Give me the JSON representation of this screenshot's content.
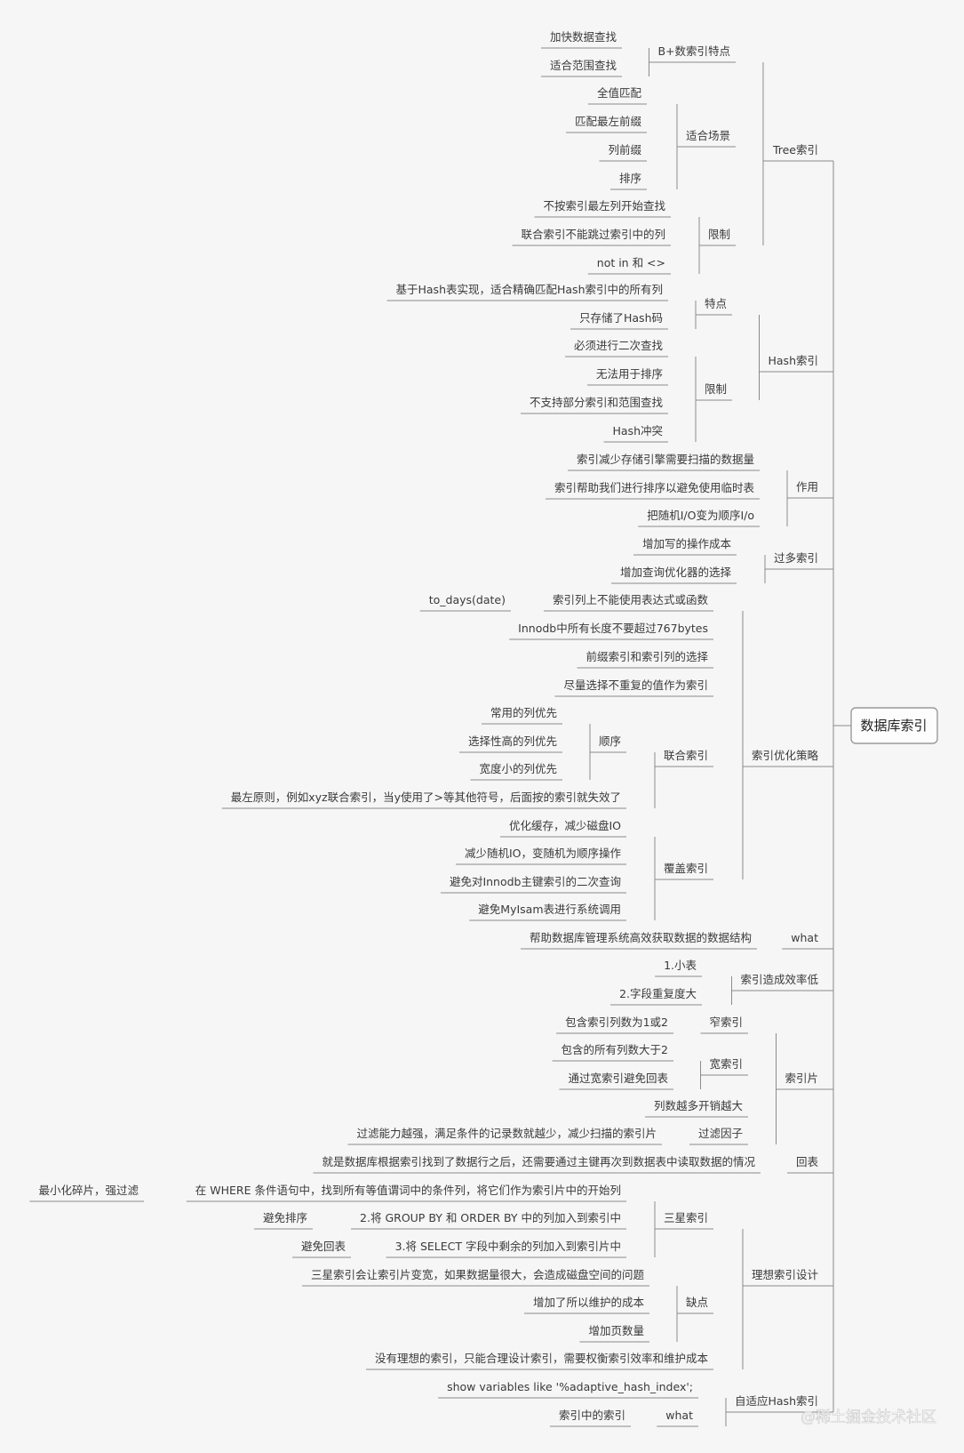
{
  "root": "数据库索引",
  "watermark": "@稀土掘金技术社区",
  "b1": {
    "label": "Tree索引",
    "bp": {
      "label": "B+数索引特点",
      "items": [
        "加快数据查找",
        "适合范围查找"
      ]
    },
    "scene": {
      "label": "适合场景",
      "items": [
        "全值匹配",
        "匹配最左前缀",
        "列前缀",
        "排序"
      ]
    },
    "limit": {
      "label": "限制",
      "items": [
        "不按索引最左列开始查找",
        "联合索引不能跳过索引中的列",
        "not in 和 <>"
      ]
    }
  },
  "b2": {
    "label": "Hash索引",
    "feat": {
      "label": "特点",
      "items": [
        "基于Hash表实现，适合精确匹配Hash索引中的所有列",
        "只存储了Hash码"
      ]
    },
    "limit": {
      "label": "限制",
      "items": [
        "必须进行二次查找",
        "无法用于排序",
        "不支持部分索引和范围查找",
        "Hash冲突"
      ]
    }
  },
  "b3": {
    "label": "作用",
    "items": [
      "索引减少存储引擎需要扫描的数据量",
      "索引帮助我们进行排序以避免使用临时表",
      "把随机I/O变为顺序I/o"
    ]
  },
  "b4": {
    "label": "过多索引",
    "items": [
      "增加写的操作成本",
      "增加查询优化器的选择"
    ]
  },
  "b5": {
    "label": "索引优化策略",
    "expr": "索引列上不能使用表达式或函数",
    "expr_child": "to_days(date)",
    "items": [
      "Innodb中所有长度不要超过767bytes",
      "前缀索引和索引列的选择",
      "尽量选择不重复的值作为索引"
    ],
    "combo": {
      "label": "联合索引",
      "order": {
        "label": "顺序",
        "items": [
          "常用的列优先",
          "选择性高的列优先",
          "宽度小的列优先"
        ]
      },
      "leftmost": "最左原则，例如xyz联合索引，当y使用了>等其他符号，后面按的索引就失效了"
    },
    "cover": {
      "label": "覆盖索引",
      "items": [
        "优化缓存，减少磁盘IO",
        "减少随机IO，变随机为顺序操作",
        "避免对Innodb主键索引的二次查询",
        "避免MyIsam表进行系统调用"
      ]
    }
  },
  "b6": {
    "label": "what",
    "child": "帮助数据库管理系统高效获取数据的数据结构"
  },
  "b7": {
    "label": "索引造成效率低",
    "items": [
      "1.小表",
      "2.字段重复度大"
    ]
  },
  "b8": {
    "label": "索引片",
    "narrow": {
      "label": "窄索引",
      "child": "包含索引列数为1或2"
    },
    "wide": {
      "label": "宽索引",
      "items": [
        "包含的所有列数大于2",
        "通过宽索引避免回表"
      ]
    },
    "cost": "列数越多开销越大",
    "filter": {
      "label": "过滤因子",
      "child": "过滤能力越强，满足条件的记录数就越少，减少扫描的索引片"
    }
  },
  "b9": {
    "label": "回表",
    "child": "就是数据库根据索引找到了数据行之后，还需要通过主键再次到数据表中读取数据的情况"
  },
  "b10": {
    "label": "理想索引设计",
    "star": {
      "label": "三星索引",
      "s1": {
        "text": "在 WHERE 条件语句中，找到所有等值谓词中的条件列，将它们作为索引片中的开始列",
        "child": "最小化碎片，强过滤"
      },
      "s2": {
        "text": "2.将 GROUP BY 和 ORDER BY 中的列加入到索引中",
        "child": "避免排序"
      },
      "s3": {
        "text": "3.将 SELECT 字段中剩余的列加入到索引片中",
        "child": "避免回表"
      }
    },
    "con": {
      "label": "缺点",
      "items": [
        "三星索引会让索引片变宽，如果数据量很大，会造成磁盘空间的问题",
        "增加了所以维护的成本",
        "增加页数量"
      ]
    },
    "final": "没有理想的索引，只能合理设计索引，需要权衡索引效率和维护成本"
  },
  "b11": {
    "label": "自适应Hash索引",
    "cmd": "show variables like '%adaptive_hash_index';",
    "what": {
      "label": "what",
      "child": "索引中的索引"
    }
  },
  "colors": {
    "line": "#8a8a8a",
    "text": "#3a3a3a",
    "root_border": "#9a9a9a",
    "background": "#f6f6f6"
  }
}
